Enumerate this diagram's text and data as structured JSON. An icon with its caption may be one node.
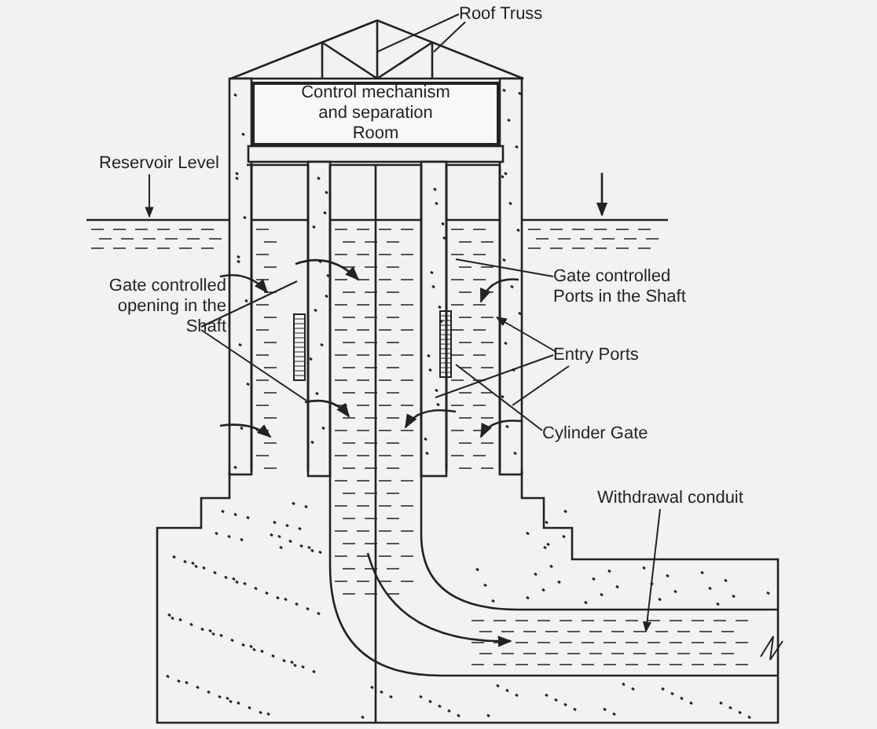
{
  "diagram": {
    "nodes": [
      {
        "text": [
          "Roof Truss"
        ]
      },
      {
        "text": [
          "Control mechanism and separation Room"
        ]
      },
      {
        "text": [
          "Reservoir Level"
        ]
      },
      {
        "text": [
          "Gate controlled opening in the Shaft"
        ]
      },
      {
        "text": [
          "Gate controlled Ports in the Shaft"
        ]
      },
      {
        "text": [
          "Entry Ports"
        ]
      },
      {
        "text": [
          "Cylinder Gate"
        ]
      },
      {
        "text": [
          "Withdrawal conduit"
        ]
      }
    ],
    "edges": [
      {
        "from": 0,
        "to": null,
        "arrow": "none"
      },
      {
        "from": 0,
        "to": null,
        "arrow": "none"
      },
      {
        "from": 2,
        "to": null,
        "arrow": "to"
      },
      {
        "from": 3,
        "to": null,
        "arrow": "none"
      },
      {
        "from": 3,
        "to": null,
        "arrow": "none"
      },
      {
        "from": 4,
        "to": null,
        "arrow": "none"
      },
      {
        "from": 5,
        "to": null,
        "arrow": "to"
      },
      {
        "from": 5,
        "to": null,
        "arrow": "none"
      },
      {
        "from": 5,
        "to": null,
        "arrow": "none"
      },
      {
        "from": 6,
        "to": null,
        "arrow": "none"
      },
      {
        "from": 7,
        "to": null,
        "arrow": "to"
      }
    ]
  }
}
